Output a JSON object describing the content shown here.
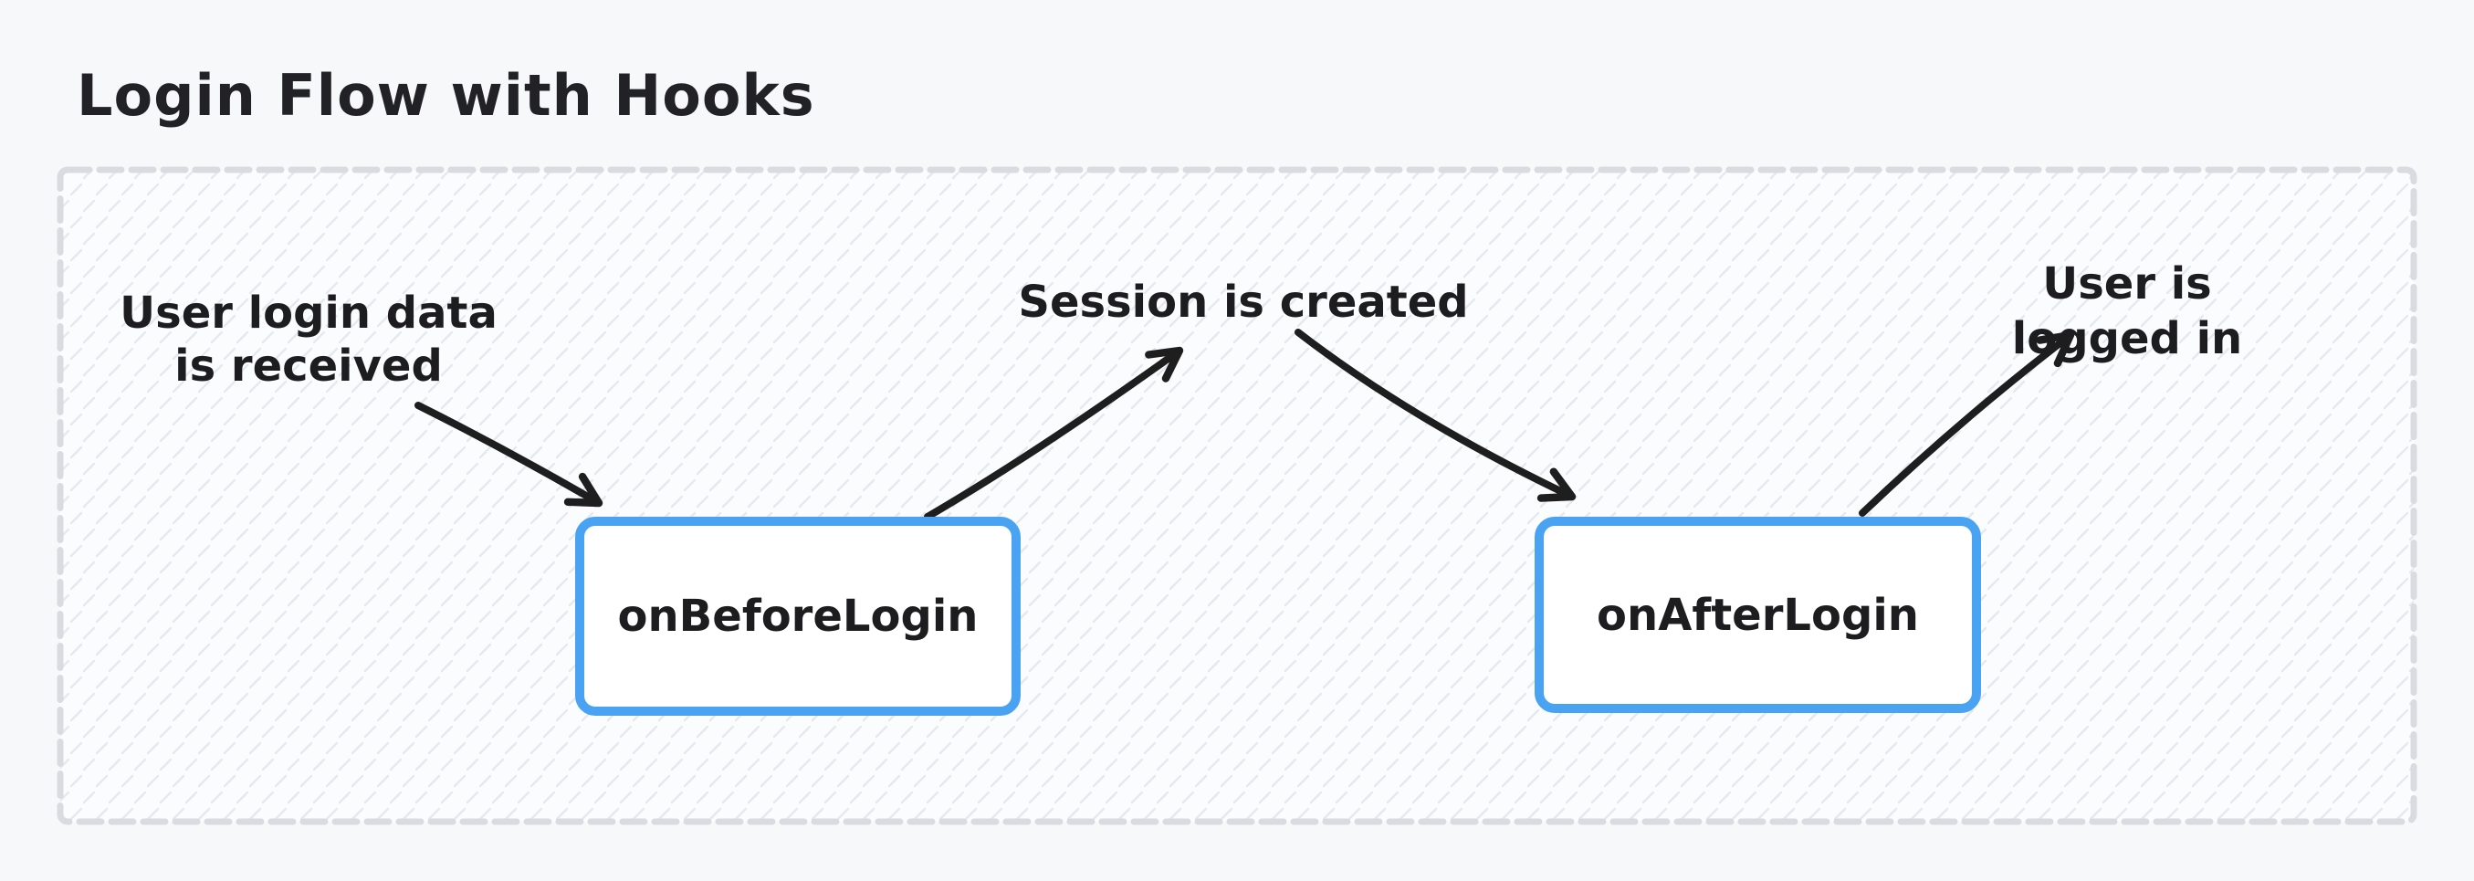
{
  "diagram": {
    "title": "Login Flow with Hooks",
    "nodes": [
      {
        "id": "onBeforeLogin",
        "label": "onBeforeLogin"
      },
      {
        "id": "onAfterLogin",
        "label": "onAfterLogin"
      }
    ],
    "annotations": [
      {
        "id": "user-login-data",
        "text": "User login data\nis received"
      },
      {
        "id": "session-created",
        "text": "Session is created"
      },
      {
        "id": "user-logged-in",
        "text": "User is logged in"
      }
    ],
    "arrows": [
      {
        "id": "login-data-to-onbeforelogin",
        "from": "User login data is received",
        "to": "onBeforeLogin"
      },
      {
        "id": "onbeforelogin-to-session-created",
        "from": "onBeforeLogin",
        "to": "Session is created"
      },
      {
        "id": "session-created-to-onafterlogin",
        "from": "Session is created",
        "to": "onAfterLogin"
      },
      {
        "id": "onafterlogin-to-user-logged-in",
        "from": "onAfterLogin",
        "to": "User is logged in"
      }
    ],
    "colors": {
      "page_background": "#f7f8f9",
      "frame_fill": "#fbfcfd",
      "frame_border": "#d9dbe1",
      "hatch_line": "#e6e8ee",
      "node_border": "#4aa3f2",
      "node_fill": "#ffffff",
      "text": "#1d1d20",
      "arrow": "#1e1e1e"
    }
  }
}
